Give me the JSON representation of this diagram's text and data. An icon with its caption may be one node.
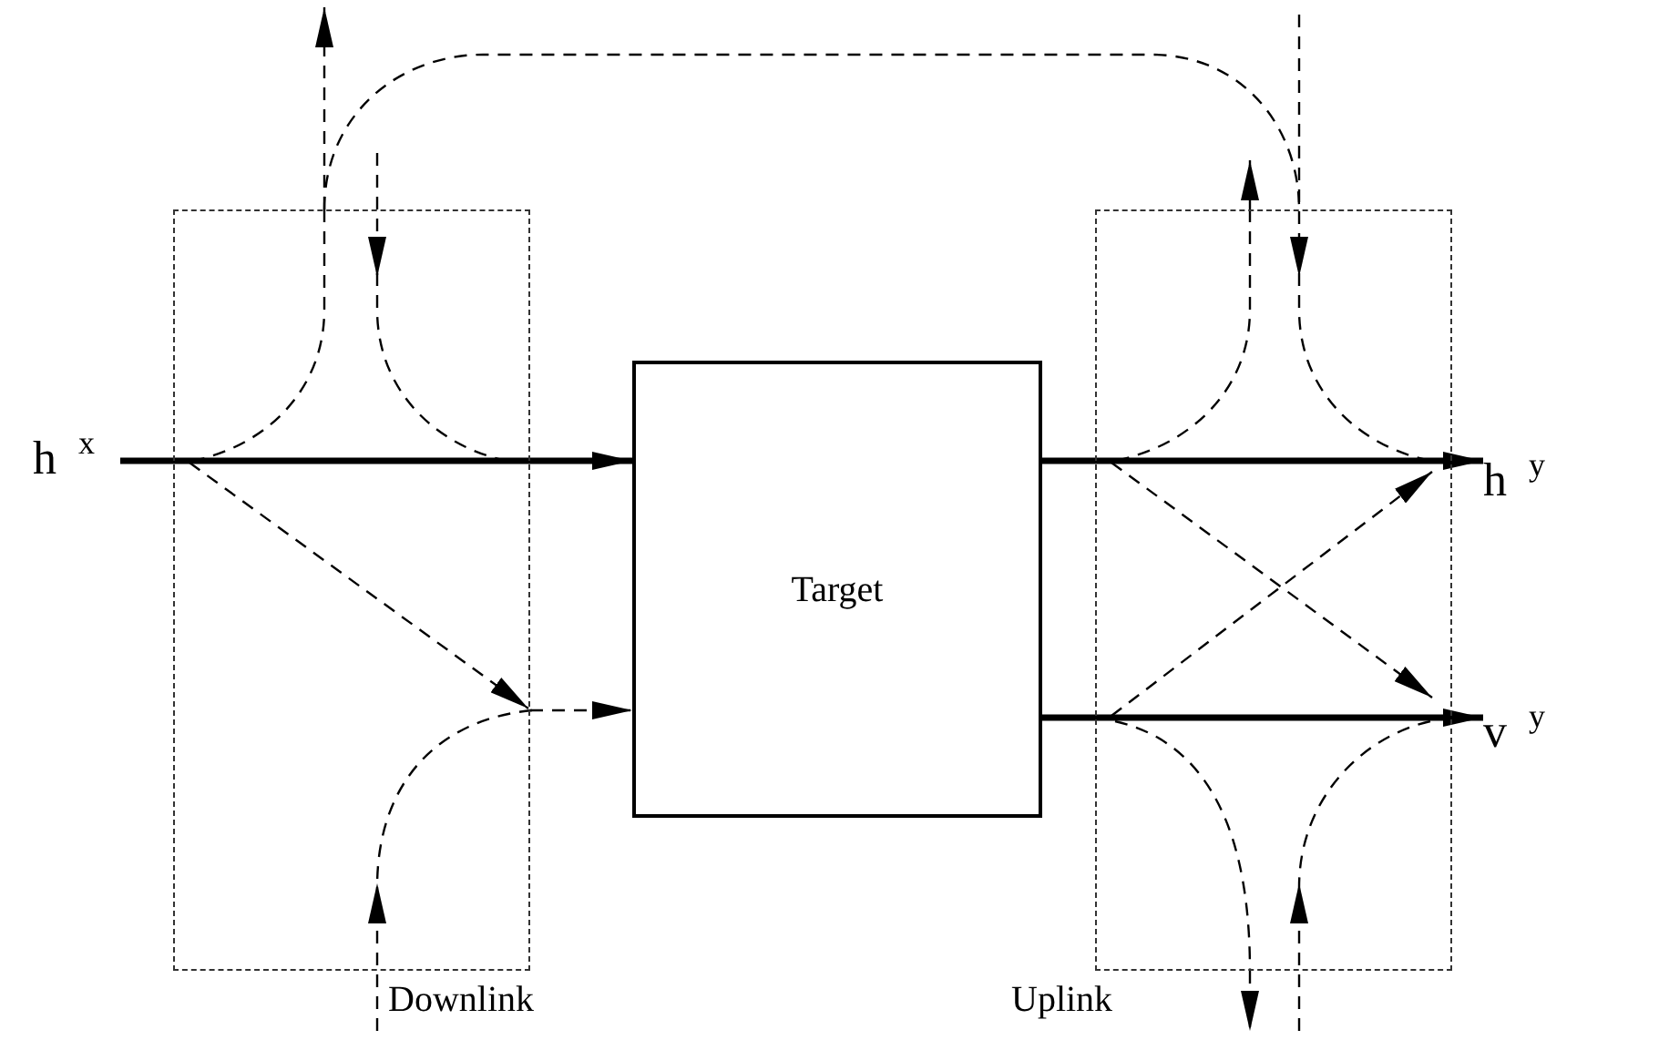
{
  "diagram": {
    "nodes": [
      {
        "text": [
          "h$^{x}$"
        ]
      },
      {
        "text": [
          "Downlink"
        ]
      },
      {
        "text": [
          "Target"
        ]
      },
      {
        "text": [
          "Uplink"
        ]
      },
      {
        "text": [
          "h$^{y}$"
        ]
      },
      {
        "text": [
          "v$^{y}$"
        ]
      }
    ],
    "edges": [
      {
        "from": 0,
        "to": 1,
        "arrow": "none",
        "style": "thick"
      },
      {
        "from": 1,
        "to": 2,
        "arrow": "to",
        "style": "thick"
      },
      {
        "from": 1,
        "to": 2,
        "arrow": "to",
        "style": "dashed"
      },
      {
        "from": 2,
        "to": 3,
        "arrow": "none",
        "style": "thick"
      },
      {
        "from": 3,
        "to": 4,
        "arrow": "to",
        "style": "thick"
      },
      {
        "from": 2,
        "to": 3,
        "arrow": "none",
        "style": "thick"
      },
      {
        "from": 3,
        "to": 5,
        "arrow": "to",
        "style": "thick"
      },
      {
        "from": 1,
        "to": 3,
        "arrow": "none",
        "style": "dashed"
      },
      {
        "from": 1,
        "to": null,
        "arrow": "to",
        "style": "dashed"
      },
      {
        "from": null,
        "to": 1,
        "arrow": "to",
        "style": "dashed"
      },
      {
        "from": null,
        "to": 1,
        "arrow": "to",
        "style": "dashed"
      },
      {
        "from": 3,
        "to": null,
        "arrow": "to",
        "style": "dashed"
      },
      {
        "from": null,
        "to": 3,
        "arrow": "to",
        "style": "dashed"
      },
      {
        "from": 3,
        "to": null,
        "arrow": "to",
        "style": "dashed"
      },
      {
        "from": null,
        "to": 3,
        "arrow": "to",
        "style": "dashed"
      }
    ]
  }
}
